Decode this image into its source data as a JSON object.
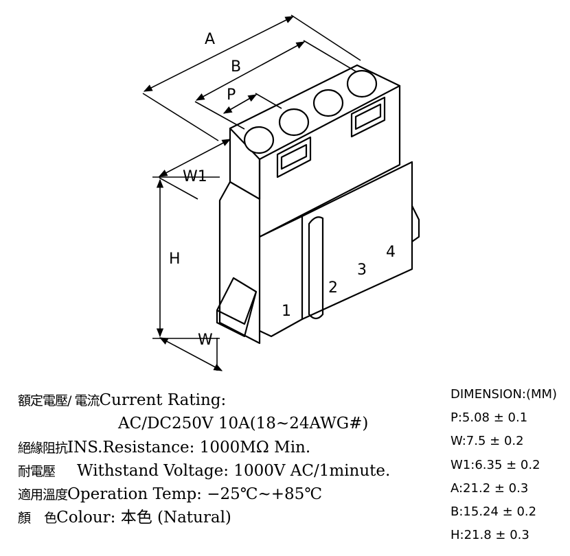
{
  "drawing": {
    "dimension_labels": {
      "a": "A",
      "b": "B",
      "p": "P",
      "w1": "W1",
      "h": "H",
      "w": "W"
    },
    "pin_numbers": [
      "1",
      "2",
      "3",
      "4"
    ]
  },
  "specs": [
    {
      "cn": "額定電壓/ 電流",
      "en": "Current  Rating:"
    },
    {
      "cn": "",
      "en": "AC/DC250V  10A(18~24AWG#)"
    },
    {
      "cn": "絕緣阻抗",
      "en": "INS.Resistance: 1000MΩ Min."
    },
    {
      "cn": "耐電壓",
      "en": "Withstand  Voltage:  1000V  AC/1minute."
    },
    {
      "cn": "適用溫度",
      "en": "Operation  Temp: −25℃~+85℃"
    },
    {
      "cn": "顏    色",
      "en": "Colour: 本色 (Natural)"
    }
  ],
  "dimensions": {
    "title": "DIMENSION:(MM)",
    "items": [
      "P:5.08 ± 0.1",
      "W:7.5 ± 0.2",
      "W1:6.35 ± 0.2",
      "A:21.2 ± 0.3",
      "B:15.24 ± 0.2",
      "H:21.8 ± 0.3"
    ]
  }
}
